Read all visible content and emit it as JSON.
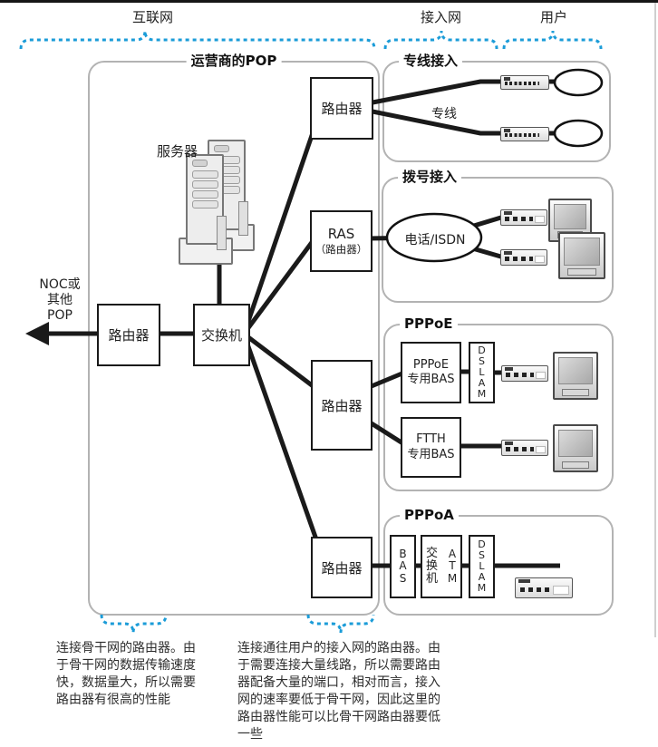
{
  "colors": {
    "brace": "#1b9cd8",
    "line": "#1a1a1a",
    "section_border": "#b3b3b3"
  },
  "top_labels": {
    "internet": "互联网",
    "access": "接入网",
    "user": "用户"
  },
  "pop": {
    "label": "运营商的POP"
  },
  "noc": {
    "line1": "NOC或",
    "line2": "其他",
    "line3": "POP"
  },
  "core": {
    "server_label": "服务器",
    "router_left": "路由器",
    "switch": "交换机",
    "router_top": "路由器",
    "ras_title": "RAS",
    "ras_sub": "（路由器）",
    "router_pppoe": "路由器",
    "router_pppoa": "路由器"
  },
  "leased": {
    "title": "专线接入",
    "line_label": "专线"
  },
  "dialup": {
    "title": "拨号接入",
    "cloud": "电话/ISDN"
  },
  "pppoe": {
    "title": "PPPoE",
    "bas1_line1": "PPPoE",
    "bas1_line2": "专用BAS",
    "dslam": "DSLAM",
    "bas2_line1": "FTTH",
    "bas2_line2": "专用BAS"
  },
  "pppoa": {
    "title": "PPPoA",
    "bas": "BAS",
    "switch": "交换机",
    "atm": "ATM",
    "dslam": "DSLAM"
  },
  "annotations": {
    "left": "连接骨干网的路由器。由\n于骨干网的数据传输速度\n快，数据量大，所以需要\n路由器有很高的性能",
    "right": "连接通往用户的接入网的路由器。由\n于需要连接大量线路，所以需要路由\n器配备大量的端口，相对而言，接入\n网的速率要低于骨干网，因此这里的\n路由器性能可以比骨干网路由器要低\n一些"
  }
}
